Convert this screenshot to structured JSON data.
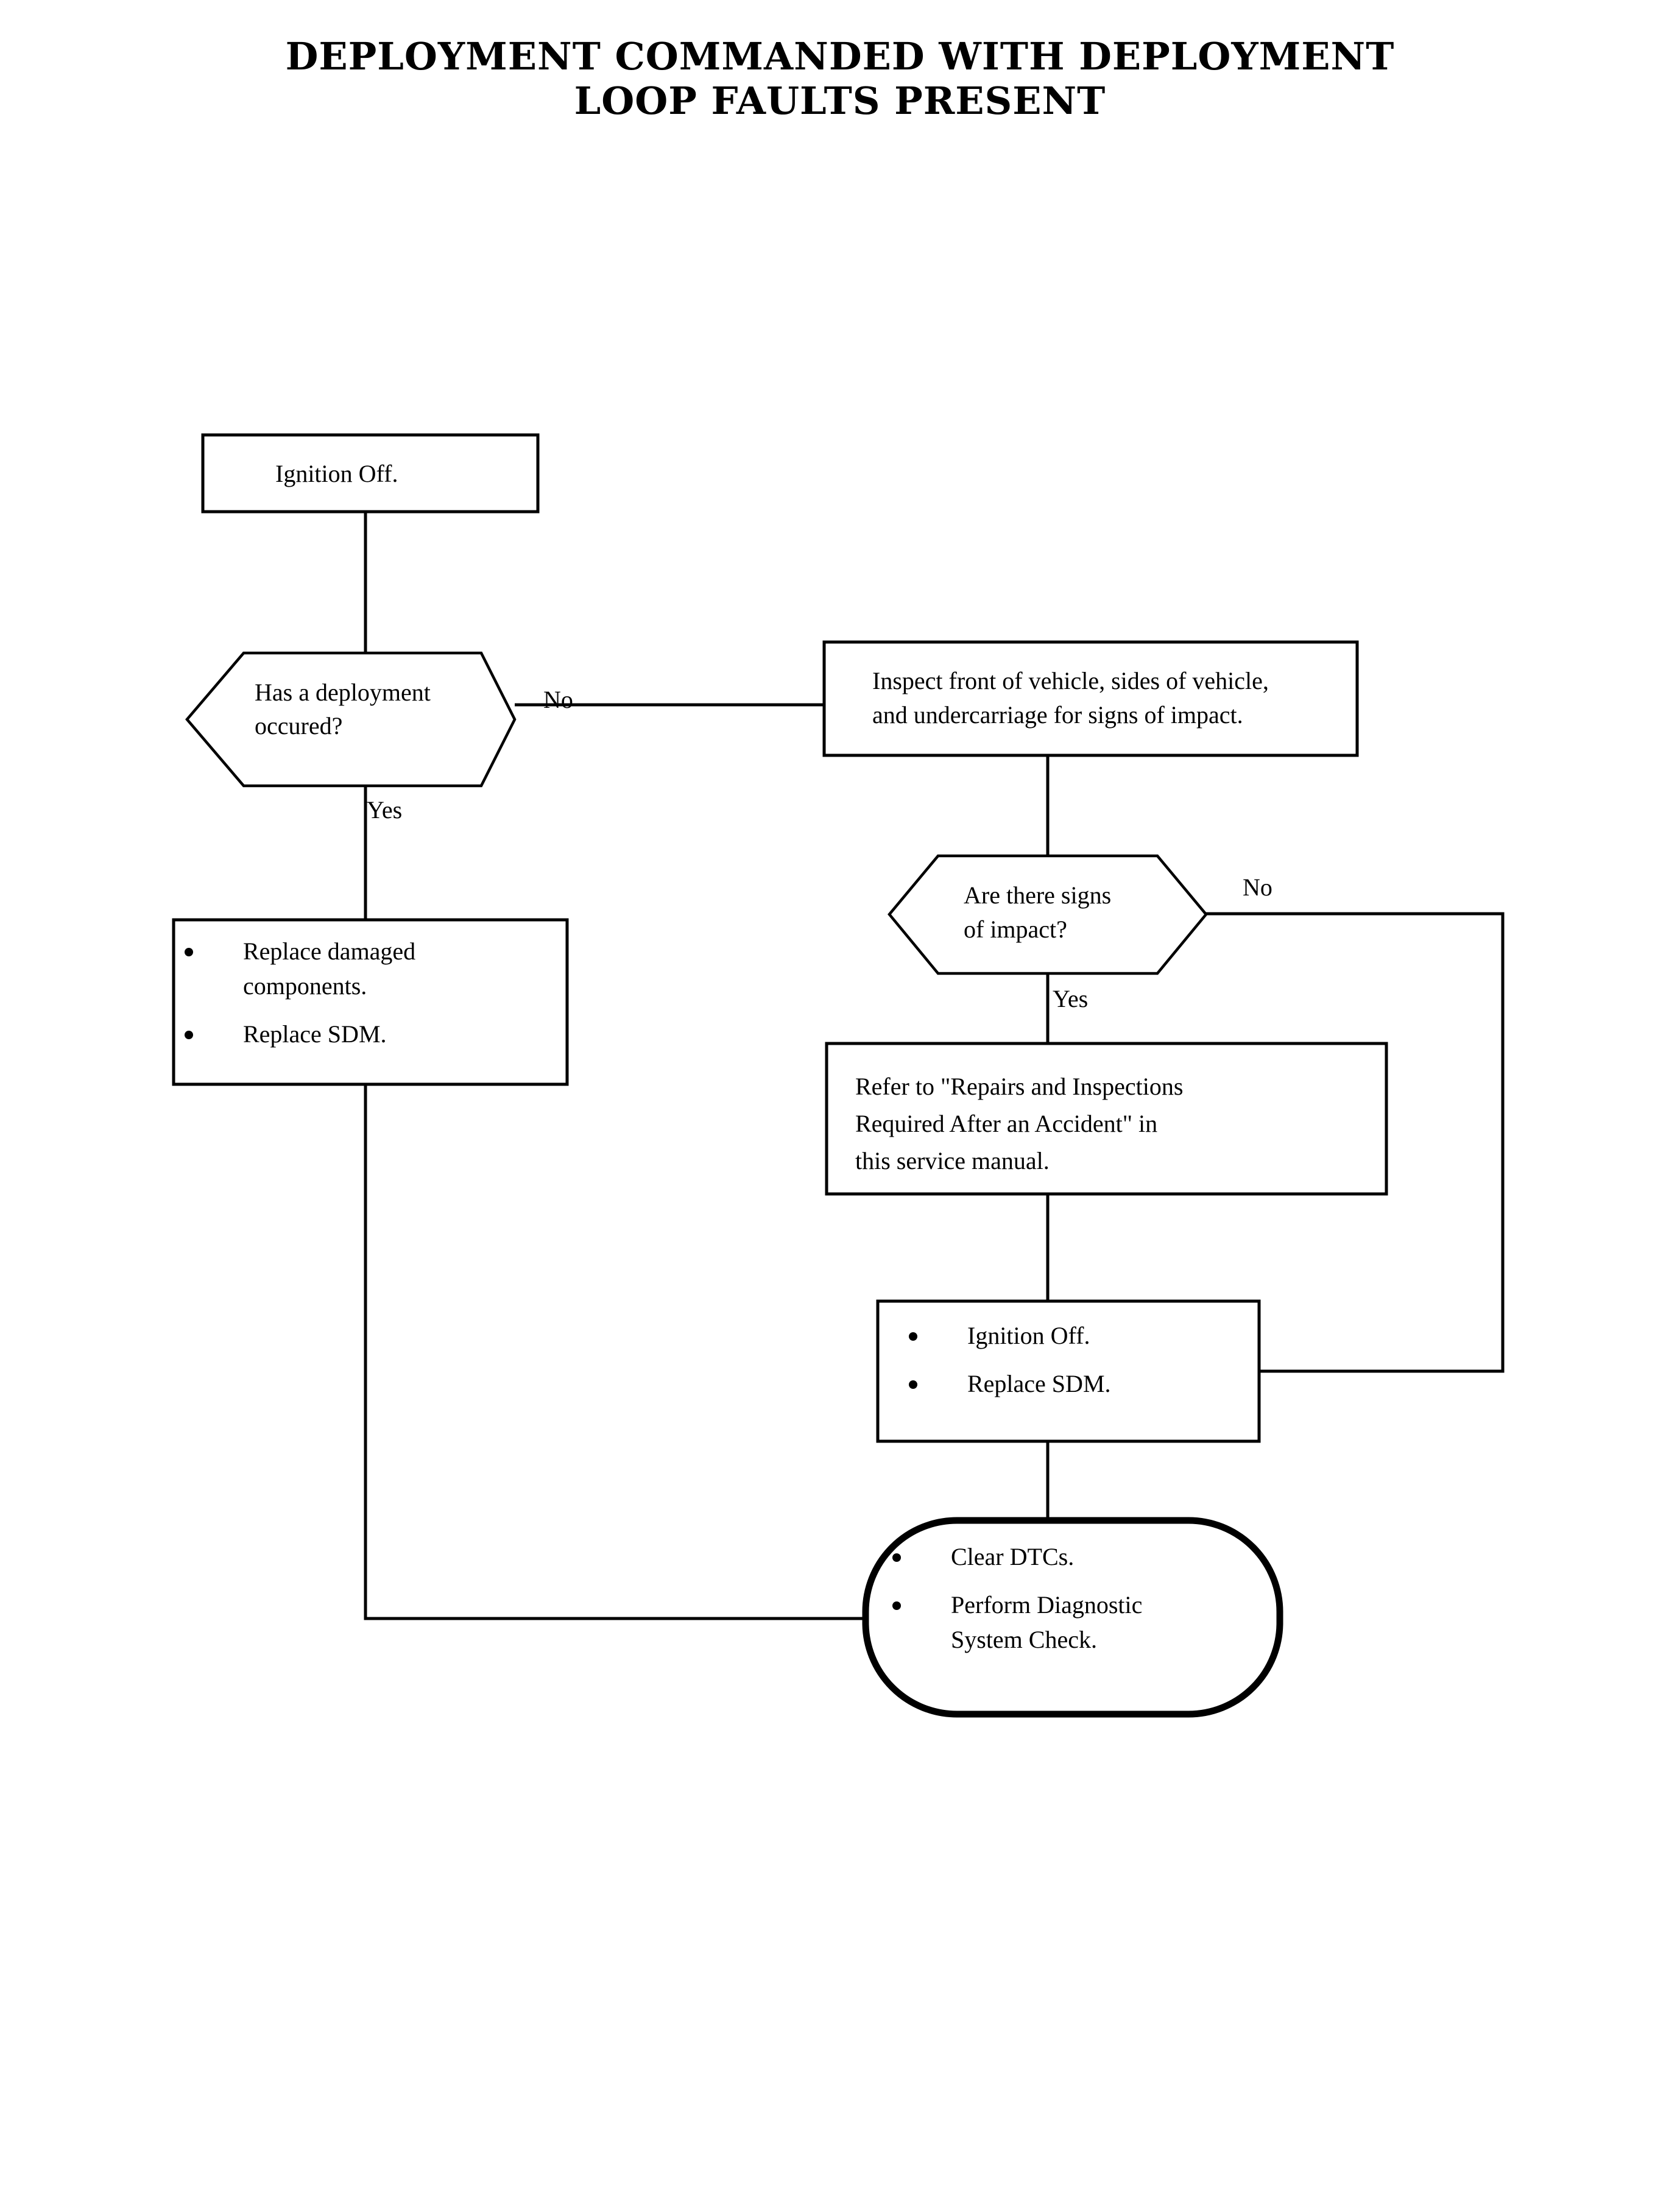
{
  "title": {
    "line1": "DEPLOYMENT COMMANDED WITH DEPLOYMENT",
    "line2": "LOOP FAULTS PRESENT"
  },
  "chart_data": {
    "type": "flowchart",
    "title": "DEPLOYMENT COMMANDED WITH DEPLOYMENT LOOP FAULTS PRESENT",
    "nodes": [
      {
        "id": "start",
        "shape": "process",
        "text": "Ignition Off."
      },
      {
        "id": "q1",
        "shape": "decision",
        "text": "Has a deployment occured?"
      },
      {
        "id": "inspect",
        "shape": "process",
        "text": "Inspect front of vehicle, sides of vehicle, and undercarriage for signs of impact."
      },
      {
        "id": "replace",
        "shape": "process",
        "bullets": [
          "Replace damaged components.",
          "Replace SDM."
        ]
      },
      {
        "id": "q2",
        "shape": "decision",
        "text": "Are there signs of impact?"
      },
      {
        "id": "refer",
        "shape": "process",
        "text": "Refer to \"Repairs and Inspections Required After an Accident\" in this service manual."
      },
      {
        "id": "sdm",
        "shape": "process",
        "bullets": [
          "Ignition Off.",
          "Replace SDM."
        ]
      },
      {
        "id": "end",
        "shape": "terminator",
        "bullets": [
          "Clear DTCs.",
          "Perform Diagnostic System Check."
        ]
      }
    ],
    "edges": [
      {
        "from": "start",
        "to": "q1",
        "label": ""
      },
      {
        "from": "q1",
        "to": "inspect",
        "label": "No"
      },
      {
        "from": "q1",
        "to": "replace",
        "label": "Yes"
      },
      {
        "from": "inspect",
        "to": "q2",
        "label": ""
      },
      {
        "from": "q2",
        "to": "refer",
        "label": "Yes"
      },
      {
        "from": "q2",
        "to": "sdm",
        "label": "No"
      },
      {
        "from": "refer",
        "to": "sdm",
        "label": ""
      },
      {
        "from": "sdm",
        "to": "end",
        "label": ""
      },
      {
        "from": "replace",
        "to": "end",
        "label": ""
      }
    ]
  },
  "nodes": {
    "start": {
      "text": "Ignition Off."
    },
    "q1": {
      "line1": "Has a deployment",
      "line2": "occured?"
    },
    "inspect": {
      "line1": "Inspect front of vehicle, sides of vehicle,",
      "line2": "and undercarriage for signs of impact."
    },
    "replace": {
      "bullet1": "Replace damaged\ncomponents.",
      "bullet2": "Replace SDM."
    },
    "q2": {
      "line1": "Are there signs",
      "line2": "of impact?"
    },
    "refer": {
      "line1": "Refer to \"Repairs and Inspections",
      "line2": "Required After an Accident\" in",
      "line3": "this service manual."
    },
    "sdm": {
      "bullet1": "Ignition Off.",
      "bullet2": "Replace SDM."
    },
    "end": {
      "bullet1": "Clear DTCs.",
      "bullet2": "Perform Diagnostic\nSystem Check."
    }
  },
  "edge_labels": {
    "q1_no": "No",
    "q1_yes": "Yes",
    "q2_no": "No",
    "q2_yes": "Yes"
  },
  "colors": {
    "background": "#ffffff",
    "stroke": "#000000",
    "text": "#000000"
  }
}
